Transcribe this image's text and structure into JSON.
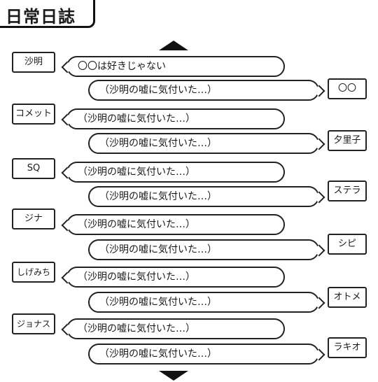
{
  "title": "日常日誌",
  "rows": [
    {
      "name": "沙明",
      "text": "〇〇は好きじゃない"
    },
    {
      "name": "〇〇",
      "text": "（沙明の嘘に気付いた…）"
    },
    {
      "name": "コメット",
      "text": "（沙明の嘘に気付いた…）"
    },
    {
      "name": "夕里子",
      "text": "（沙明の嘘に気付いた…）"
    },
    {
      "name": "SQ",
      "text": "（沙明の嘘に気付いた…）"
    },
    {
      "name": "ステラ",
      "text": "（沙明の嘘に気付いた…）"
    },
    {
      "name": "ジナ",
      "text": "（沙明の嘘に気付いた…）"
    },
    {
      "name": "シピ",
      "text": "（沙明の嘘に気付いた…）"
    },
    {
      "name": "しげみち",
      "text": "（沙明の嘘に気付いた…）"
    },
    {
      "name": "オトメ",
      "text": "（沙明の嘘に気付いた…）"
    },
    {
      "name": "ジョナス",
      "text": "（沙明の嘘に気付いた…）"
    },
    {
      "name": "ラキオ",
      "text": "（沙明の嘘に気付いた…）"
    }
  ]
}
